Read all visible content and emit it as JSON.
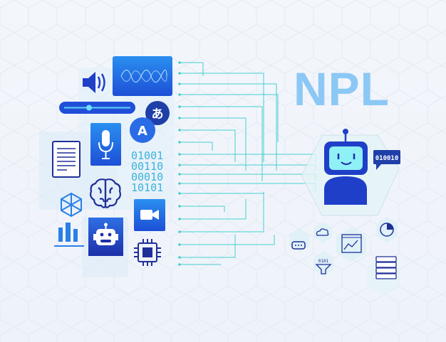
{
  "title": "NPL",
  "binary_block": [
    "01001",
    "00110",
    "00010",
    "10101"
  ],
  "speech_bubble": "010010",
  "translate": {
    "japanese": "あ",
    "latin": "A"
  },
  "funnel_label": "0101",
  "colors": {
    "primary": "#1f4fd8",
    "dark": "#1b2f9e",
    "accent": "#3fd6d0",
    "title": "#8cc8f5",
    "background": "#f1f5fb"
  }
}
